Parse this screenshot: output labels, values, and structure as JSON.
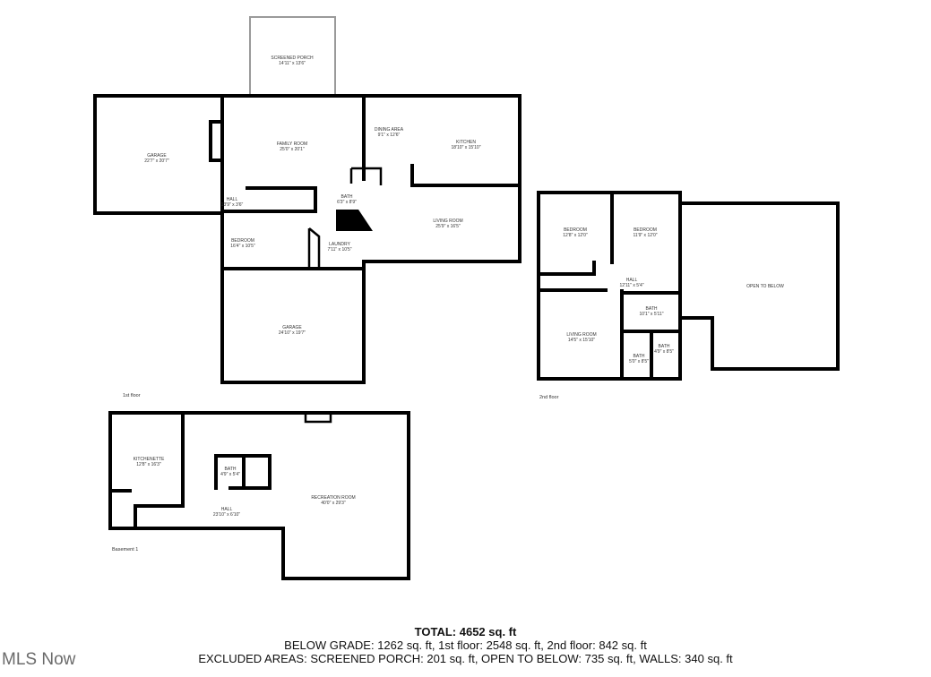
{
  "floors": {
    "first": {
      "label": "1st floor",
      "rooms": [
        {
          "name": "SCREENED PORCH",
          "dims": "14'11\" x 13'6\""
        },
        {
          "name": "GARAGE",
          "dims": "22'7\" x 20'7\""
        },
        {
          "name": "FAMILY ROOM",
          "dims": "25'0\" x 20'1\""
        },
        {
          "name": "DINING AREA",
          "dims": "9'1\" x 12'6\""
        },
        {
          "name": "KITCHEN",
          "dims": "18'10\" x 15'10\""
        },
        {
          "name": "HALL",
          "dims": "13'9\" x 3'6\""
        },
        {
          "name": "BATH",
          "dims": "6'3\" x 8'9\""
        },
        {
          "name": "BEDROOM",
          "dims": "16'4\" x 10'5\""
        },
        {
          "name": "LAUNDRY",
          "dims": "7'11\" x 10'5\""
        },
        {
          "name": "LIVING ROOM",
          "dims": "25'9\" x 16'5\""
        },
        {
          "name": "GARAGE",
          "dims": "24'10\" x 19'7\""
        }
      ]
    },
    "second": {
      "label": "2nd floor",
      "rooms": [
        {
          "name": "BEDROOM",
          "dims": "12'8\" x 12'0\""
        },
        {
          "name": "BEDROOM",
          "dims": "11'9\" x 12'0\""
        },
        {
          "name": "HALL",
          "dims": "12'11\" x 5'4\""
        },
        {
          "name": "BATH",
          "dims": "10'1\" x 5'11\""
        },
        {
          "name": "LIVING ROOM",
          "dims": "14'5\" x 15'10\""
        },
        {
          "name": "BATH",
          "dims": "5'0\" x 8'5\""
        },
        {
          "name": "BATH",
          "dims": "4'9\" x 8'5\""
        },
        {
          "name": "OPEN TO BELOW",
          "dims": ""
        }
      ]
    },
    "basement": {
      "label": "Basement 1",
      "rooms": [
        {
          "name": "KITCHENETTE",
          "dims": "12'8\" x 16'3\""
        },
        {
          "name": "BATH",
          "dims": "4'9\" x 5'4\""
        },
        {
          "name": "HALL",
          "dims": "23'10\" x 6'10\""
        },
        {
          "name": "RECREATION ROOM",
          "dims": "40'0\" x 29'3\""
        }
      ]
    }
  },
  "summary": {
    "total": "TOTAL: 4652 sq. ft",
    "line1": "BELOW GRADE: 1262 sq. ft, 1st floor: 2548 sq. ft, 2nd floor: 842 sq. ft",
    "line2": "EXCLUDED AREAS: SCREENED PORCH: 201 sq. ft, OPEN TO BELOW: 735 sq. ft, WALLS: 340 sq. ft"
  },
  "logo": "MLS Now"
}
